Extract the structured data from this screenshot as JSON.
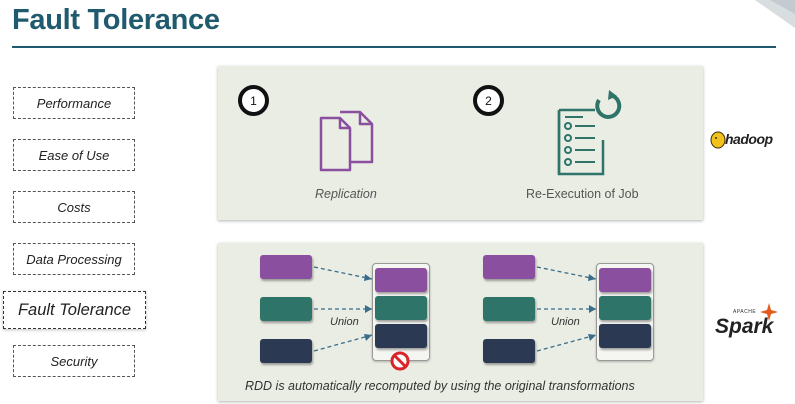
{
  "page": {
    "title": "Fault Tolerance"
  },
  "sidebar": {
    "items": [
      {
        "label": "Performance"
      },
      {
        "label": "Ease of Use"
      },
      {
        "label": "Costs"
      },
      {
        "label": "Data Processing"
      },
      {
        "label": "Fault Tolerance",
        "active": true
      },
      {
        "label": "Security"
      }
    ]
  },
  "hadoop_panel": {
    "items": [
      {
        "number": "1",
        "label": "Replication",
        "icon": "copy-documents-icon"
      },
      {
        "number": "2",
        "label": "Re-Execution of Job",
        "icon": "checklist-refresh-icon"
      }
    ],
    "logo": {
      "text": "hadoop",
      "icon": "hadoop-elephant-logo"
    }
  },
  "spark_panel": {
    "union_label": "Union",
    "caption": "RDD is automatically recomputed by using the original transformations",
    "logo": {
      "text": "Spark",
      "small_text": "APACHE"
    }
  },
  "colors": {
    "title": "#1f5a6e",
    "purple": "#8a4f9e",
    "green": "#2e7468",
    "navy": "#2b3a52",
    "panel": "#eaede4",
    "error_red": "#d9252a",
    "spark_orange": "#e25a1c"
  }
}
